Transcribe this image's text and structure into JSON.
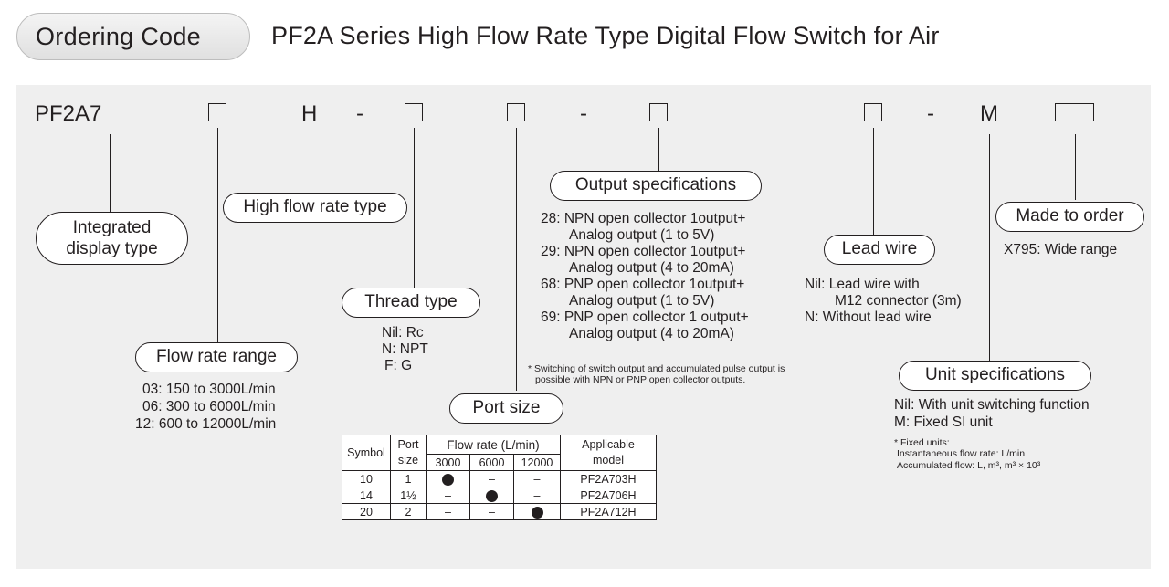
{
  "header": {
    "pill_label": "Ordering Code",
    "title": "PF2A Series High Flow Rate Type Digital Flow Switch for Air"
  },
  "code": {
    "prefix": "PF2A7",
    "h": "H",
    "dash": "-",
    "m": "M"
  },
  "integrated": {
    "line1": "Integrated",
    "line2": "display type"
  },
  "high_flow": {
    "label": "High flow rate type"
  },
  "flow_range": {
    "label": "Flow rate range",
    "options": [
      "03: 150 to 3000L/min",
      "06: 300 to 6000L/min",
      "12: 600 to 12000L/min"
    ]
  },
  "thread": {
    "label": "Thread type",
    "options": [
      "Nil: Rc",
      "N: NPT",
      "F: G"
    ]
  },
  "port_size": {
    "label": "Port size",
    "table": {
      "h_symbol": "Symbol",
      "h_port_line1": "Port",
      "h_port_line2": "size",
      "h_flow": "Flow rate (L/min)",
      "h_model_line1": "Applicable",
      "h_model_line2": "model",
      "flow_cols": [
        "3000",
        "6000",
        "12000"
      ],
      "rows": [
        {
          "symbol": "10",
          "port": "1",
          "marks": [
            "dot",
            "–",
            "–"
          ],
          "model": "PF2A703H"
        },
        {
          "symbol": "14",
          "port": "1½",
          "marks": [
            "–",
            "dot",
            "–"
          ],
          "model": "PF2A706H"
        },
        {
          "symbol": "20",
          "port": "2",
          "marks": [
            "–",
            "–",
            "dot"
          ],
          "model": "PF2A712H"
        }
      ]
    }
  },
  "output": {
    "label": "Output specifications",
    "options": [
      "28: NPN open collector 1output+",
      "Analog output (1 to 5V)",
      "29: NPN open collector 1output+",
      "Analog output (4 to 20mA)",
      "68: PNP open collector 1output+",
      "Analog output (1 to 5V)",
      "69: PNP open collector 1 output+",
      "Analog output (4 to 20mA)"
    ],
    "note_line1": "* Switching of switch output and accumulated pulse output is",
    "note_line2": "possible with NPN or PNP open collector outputs."
  },
  "lead_wire": {
    "label": "Lead wire",
    "options": [
      "Nil: Lead wire with",
      "M12 connector (3m)",
      "N: Without lead wire"
    ]
  },
  "unit_spec": {
    "label": "Unit specifications",
    "options": [
      "Nil: With unit switching function",
      "M: Fixed SI unit"
    ],
    "note_line1": "* Fixed units:",
    "note_line2": "Instantaneous flow rate: L/min",
    "note_line3": "Accumulated flow: L, m³, m³ × 10³"
  },
  "made_to_order": {
    "label": "Made to order",
    "option": "X795: Wide range"
  }
}
